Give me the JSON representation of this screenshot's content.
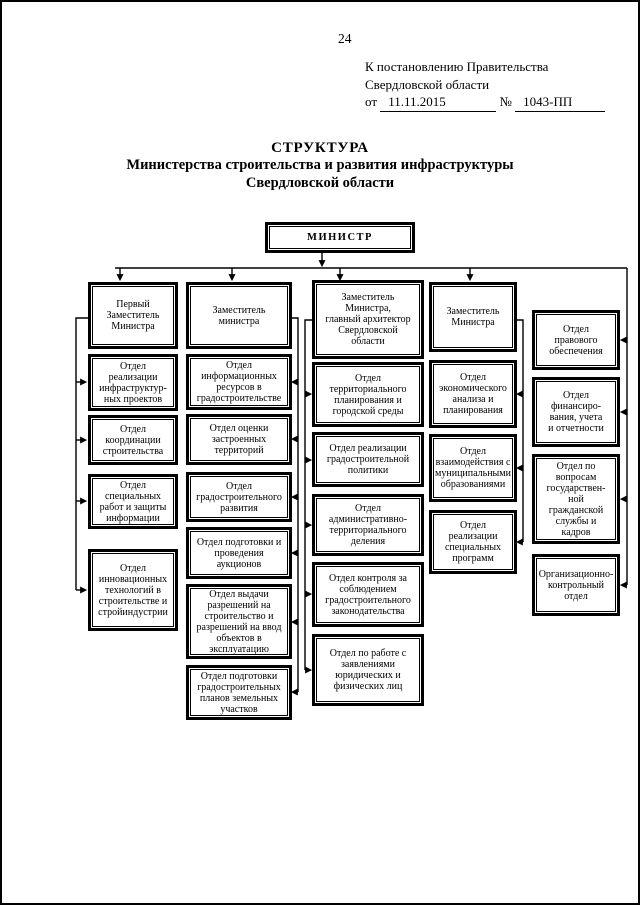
{
  "page_number": "24",
  "doc_ref": {
    "line1": "К постановлению Правительства",
    "line2": "Свердловской области",
    "from_label": "от",
    "date": "11.11.2015",
    "no_label": "№",
    "doc_number": "1043-ПП"
  },
  "title": {
    "line1": "СТРУКТУРА",
    "line2": "Министерства строительства и развития инфраструктуры",
    "line3": "Свердловской области"
  },
  "org": {
    "minister": "МИНИСТР",
    "columns": [
      {
        "boxes": [
          "Первый\nЗаместитель\nМинистра",
          "Отдел\nреализации\nинфраструктур-\nных проектов",
          "Отдел\nкоординации\nстроительства",
          "Отдел\nспециальных\nработ и защиты\nинформации",
          "Отдел\nинновационных\nтехнологий в\nстроительстве и\nстройиндустрии"
        ]
      },
      {
        "boxes": [
          "Заместитель\nминистра",
          "Отдел\nинформационных\nресурсов в\nградостроительстве",
          "Отдел оценки\nзастроенных\nтерриторий",
          "Отдел\nградостроительного\nразвития",
          "Отдел подготовки и\nпроведения\nаукционов",
          "Отдел выдачи\nразрешений на\nстроительство и\nразрешений на ввод\nобъектов в\nэксплуатацию",
          "Отдел подготовки\nградостроительных\nпланов земельных\nучастков"
        ]
      },
      {
        "boxes": [
          "Заместитель\nМинистра,\nглавный архитектор\nСвердловской\nобласти",
          "Отдел\nтерриториального\nпланирования и\nгородской среды",
          "Отдел реализации\nградостроительной\nполитики",
          "Отдел\nадминистративно-\nтерриториального\nделения",
          "Отдел контроля за\nсоблюдением\nградостроительного\nзаконодательства",
          "Отдел по работе с\nзаявлениями\nюридических и\nфизических лиц"
        ]
      },
      {
        "boxes": [
          "Заместитель\nМинистра",
          "Отдел\nэкономического\nанализа и\nпланирования",
          "Отдел\nвзаимодействия с\nмуниципальными\nобразованиями",
          "Отдел\nреализации\nспециальных\nпрограмм"
        ]
      },
      {
        "boxes": [
          "Отдел\nправового\nобеспечения",
          "Отдел\nфинансиро-\nвания, учета\nи отчетности",
          "Отдел по\nвопросам\nгосударствен-\nной\nгражданской\nслужбы и\nкадров",
          "Организационно-\nконтрольный\nотдел"
        ]
      }
    ]
  },
  "colors": {
    "ink": "#000000",
    "paper": "#ffffff"
  }
}
